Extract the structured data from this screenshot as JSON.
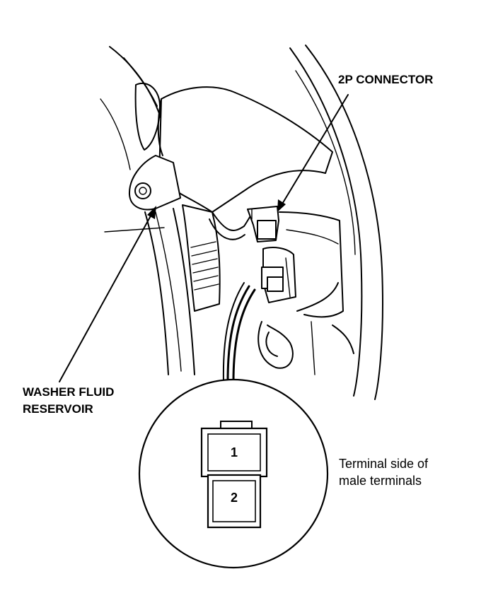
{
  "labels": {
    "connector": "2P CONNECTOR",
    "reservoir_line1": "WASHER FLUID",
    "reservoir_line2": "RESERVOIR",
    "terminal_line1": "Terminal side of",
    "terminal_line2": "male terminals"
  },
  "terminals": [
    {
      "number": "1"
    },
    {
      "number": "2"
    }
  ],
  "colors": {
    "ink": "#000000",
    "paper": "#ffffff"
  }
}
